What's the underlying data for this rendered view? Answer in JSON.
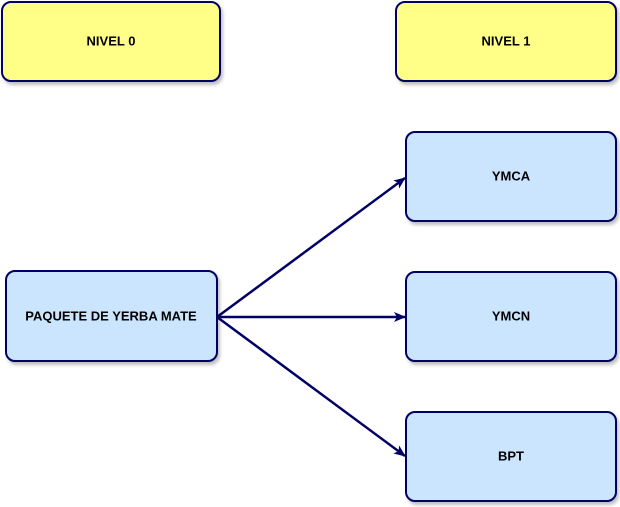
{
  "colors": {
    "level_fill": "#ffff88",
    "node_fill": "#cce5ff",
    "border": "#000066",
    "edge": "#000066",
    "text": "#000000"
  },
  "levels": [
    {
      "label": "NIVEL 0"
    },
    {
      "label": "NIVEL 1"
    }
  ],
  "nodes": {
    "root": {
      "label": "PAQUETE DE YERBA MATE"
    },
    "children": [
      {
        "label": "YMCA"
      },
      {
        "label": "YMCN"
      },
      {
        "label": "BPT"
      }
    ]
  }
}
